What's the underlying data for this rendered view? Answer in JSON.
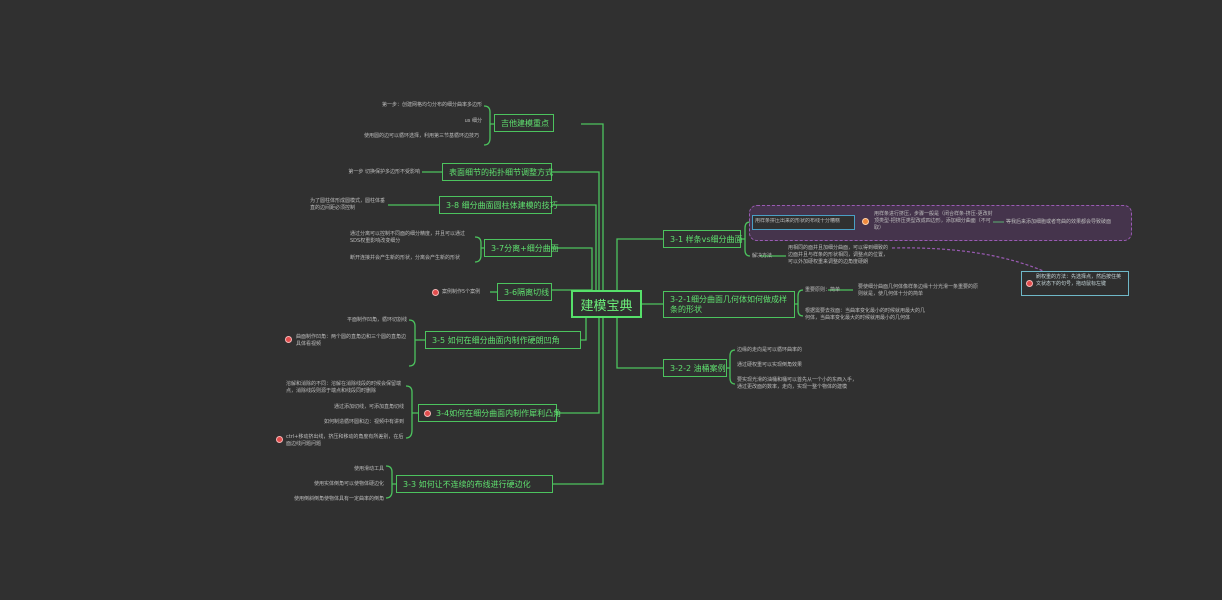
{
  "root": {
    "label": "建模宝典"
  },
  "left_branches": [
    {
      "label": "吉他建模重点",
      "leaves": [
        "第一步：创建网格均匀分布的细分曲率多边形",
        "us 细分",
        "使用圆的边可以循环选择，利用第三节基循环边技巧"
      ]
    },
    {
      "label": "表面细节的拓扑细节调整方式",
      "leaves": [
        "第一步 切换保护多边形不受影响"
      ]
    },
    {
      "label": "3-8 细分曲面圆柱体建模的技巧",
      "leaves": [
        "为了圆柱体形成圆模式，圆柱体垂直的边间距必须控制"
      ]
    },
    {
      "label": "3-7分离+细分曲面",
      "leaves": [
        "通过分离可以控制不同面的细分精度，并且可以通过SDS权重影响改变细分",
        "断开连接并会产生新的形状，分离会产生新的形状"
      ]
    },
    {
      "label": "3-6隔离切线",
      "leaves": [
        "案例制作5个案例"
      ]
    },
    {
      "label": "3-5 如何在细分曲面内制作硬朗凹角",
      "leaves": [
        "平面制作凹角，循环切割线",
        "曲面制作凹角：两个圆的直角边和三个圆的直角边 具体看视频"
      ]
    },
    {
      "label": "3-4如何在细分曲面内制作犀利凸角",
      "leaves": [
        "溶解和消除的不同：溶解在消除线段的时候会保留端点，消除线段则源于端点和线段同时删除",
        "通过添加切线，可添加直角切线",
        "如何制造循环圆和边：视频中有讲到",
        "ctrl+移动挤出线，挤压和移动的角度有所差别，在后面边线问题问题"
      ]
    },
    {
      "label": "3-3 如何让不连续的布线进行硬边化",
      "leaves": [
        "使用滑动工具",
        "使用实体倒角可以使物体硬边化",
        "使用倒斜倒角使物体具有一定曲率的倒角"
      ]
    }
  ],
  "right_branches": [
    {
      "label": "3-1 样条vs细分曲面",
      "callout": "用样条拼压出来的形状的布线十分糟糕",
      "callout_detail": "用样条进行挤压，步骤一般是（闭合样条-挤压-更改封顶类型-把挤压类型改成四边形，添加细分曲面（不可取）",
      "callout_extra": "等我后来添加细胞或者弯曲的效果都会导致破面",
      "solution_label": "解决方法",
      "solution_text": "用相同的面并且加细分曲面，可以得到细致的边面并且与样条的形状相同，调整点的位置，可以外加硬权重来调整的边角度硬朗"
    },
    {
      "label": "3-2-1细分曲面几何体如何做成样条的形状",
      "sub": [
        {
          "label": "重要原则：简单",
          "detail": "要使细分曲面几何体像样条边缘十分光滑一条重要的原则就是，使几何体十分的简单"
        },
        {
          "label": "根据需要去找面：当曲率变化最小的时候就用最大的几何体，当曲率变化最大的时候就用最小的几何体"
        }
      ]
    },
    {
      "label": "3-2-2 油桶案例",
      "leaves": [
        "边缘的走向是可以循环曲率的",
        "通过硬权重可以实现倒角效果",
        "要实现光滑的油桶和桶可以首先从一个小的东西入手，通过更改面的数率，走向，实现一整个物体的建模"
      ]
    }
  ],
  "note": {
    "text": "刷权重的方法：先选择点，然后按住英文状态下的句号，拖动鼠标左键"
  },
  "colors": {
    "background": "#303030",
    "branch": "#4cc35e",
    "text": "#bdbdbd",
    "group": "#9a5bb3",
    "note": "#6fb8c8"
  }
}
